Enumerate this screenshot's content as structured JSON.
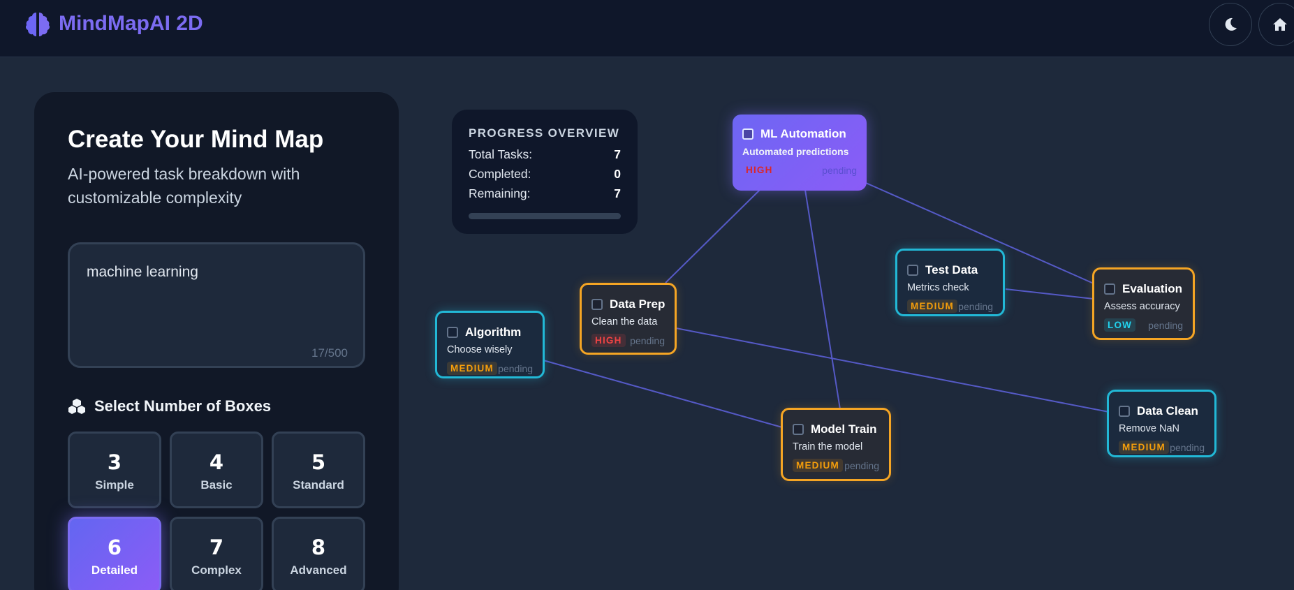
{
  "app": {
    "title": "MindMapAI 2D"
  },
  "header": {
    "theme_icon": "moon-icon",
    "home_icon": "home-icon"
  },
  "panel": {
    "title": "Create Your Mind Map",
    "subtitle": "AI-powered task breakdown with customizable complexity",
    "input_value": "machine learning",
    "char_count": "17/500",
    "select_label": "Select Number of Boxes",
    "options": [
      {
        "num": "3",
        "label": "Simple"
      },
      {
        "num": "4",
        "label": "Basic"
      },
      {
        "num": "5",
        "label": "Standard"
      },
      {
        "num": "6",
        "label": "Detailed"
      },
      {
        "num": "7",
        "label": "Complex"
      },
      {
        "num": "8",
        "label": "Advanced"
      }
    ],
    "selected": "6"
  },
  "progress": {
    "title": "PROGRESS OVERVIEW",
    "total_label": "Total Tasks:",
    "total": "7",
    "completed_label": "Completed:",
    "completed": "0",
    "remaining_label": "Remaining:",
    "remaining": "7",
    "fraction": 0
  },
  "nodes": {
    "root": {
      "title": "ML Automation",
      "desc": "Automated predictions",
      "priority": "HIGH",
      "status": "pending"
    },
    "data_prep": {
      "title": "Data Prep",
      "desc": "Clean the data",
      "priority": "HIGH",
      "status": "pending"
    },
    "algorithm": {
      "title": "Algorithm",
      "desc": "Choose wisely",
      "priority": "MEDIUM",
      "status": "pending"
    },
    "test_data": {
      "title": "Test Data",
      "desc": "Metrics check",
      "priority": "MEDIUM",
      "status": "pending"
    },
    "evaluation": {
      "title": "Evaluation",
      "desc": "Assess accuracy",
      "priority": "LOW",
      "status": "pending"
    },
    "model_train": {
      "title": "Model Train",
      "desc": "Train the model",
      "priority": "MEDIUM",
      "status": "pending"
    },
    "data_clean": {
      "title": "Data Clean",
      "desc": "Remove NaN",
      "priority": "MEDIUM",
      "status": "pending"
    }
  },
  "colors": {
    "accent": "#7c6cf2",
    "cyan": "#22b8d6",
    "amber": "#f5a524",
    "edge": "#5b5fd6"
  }
}
